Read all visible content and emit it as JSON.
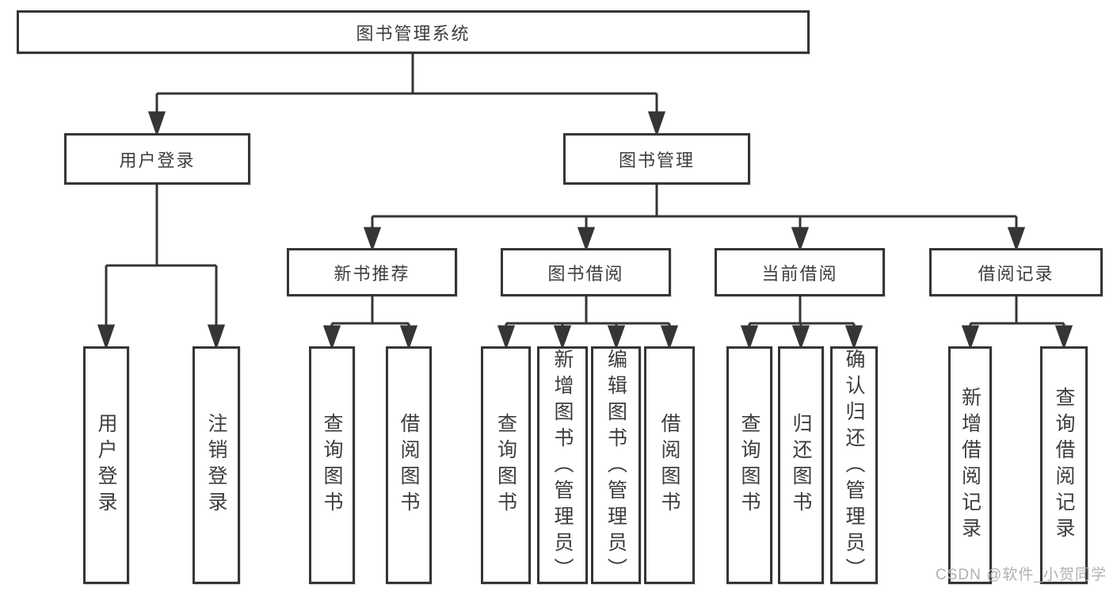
{
  "tree": {
    "root": "图书管理系统",
    "branches": [
      {
        "label": "用户登录",
        "children": [
          "用户登录",
          "注销登录"
        ]
      },
      {
        "label": "图书管理",
        "children": [
          {
            "label": "新书推荐",
            "children": [
              "查询图书",
              "借阅图书"
            ]
          },
          {
            "label": "图书借阅",
            "children": [
              "查询图书",
              "新增图书（管理员）",
              "编辑图书（管理员）",
              "借阅图书"
            ]
          },
          {
            "label": "当前借阅",
            "children": [
              "查询图书",
              "归还图书",
              "确认归还（管理员）"
            ]
          },
          {
            "label": "借阅记录",
            "children": [
              "新增借阅记录",
              "查询借阅记录"
            ]
          }
        ]
      }
    ]
  },
  "watermark": {
    "text": "CSDN @软件_小贺同学"
  },
  "colors": {
    "line": "#353535",
    "box_border": "#353535",
    "text": "#3d3d3d",
    "watermark": "#b0b0b0",
    "background": "#ffffff"
  }
}
